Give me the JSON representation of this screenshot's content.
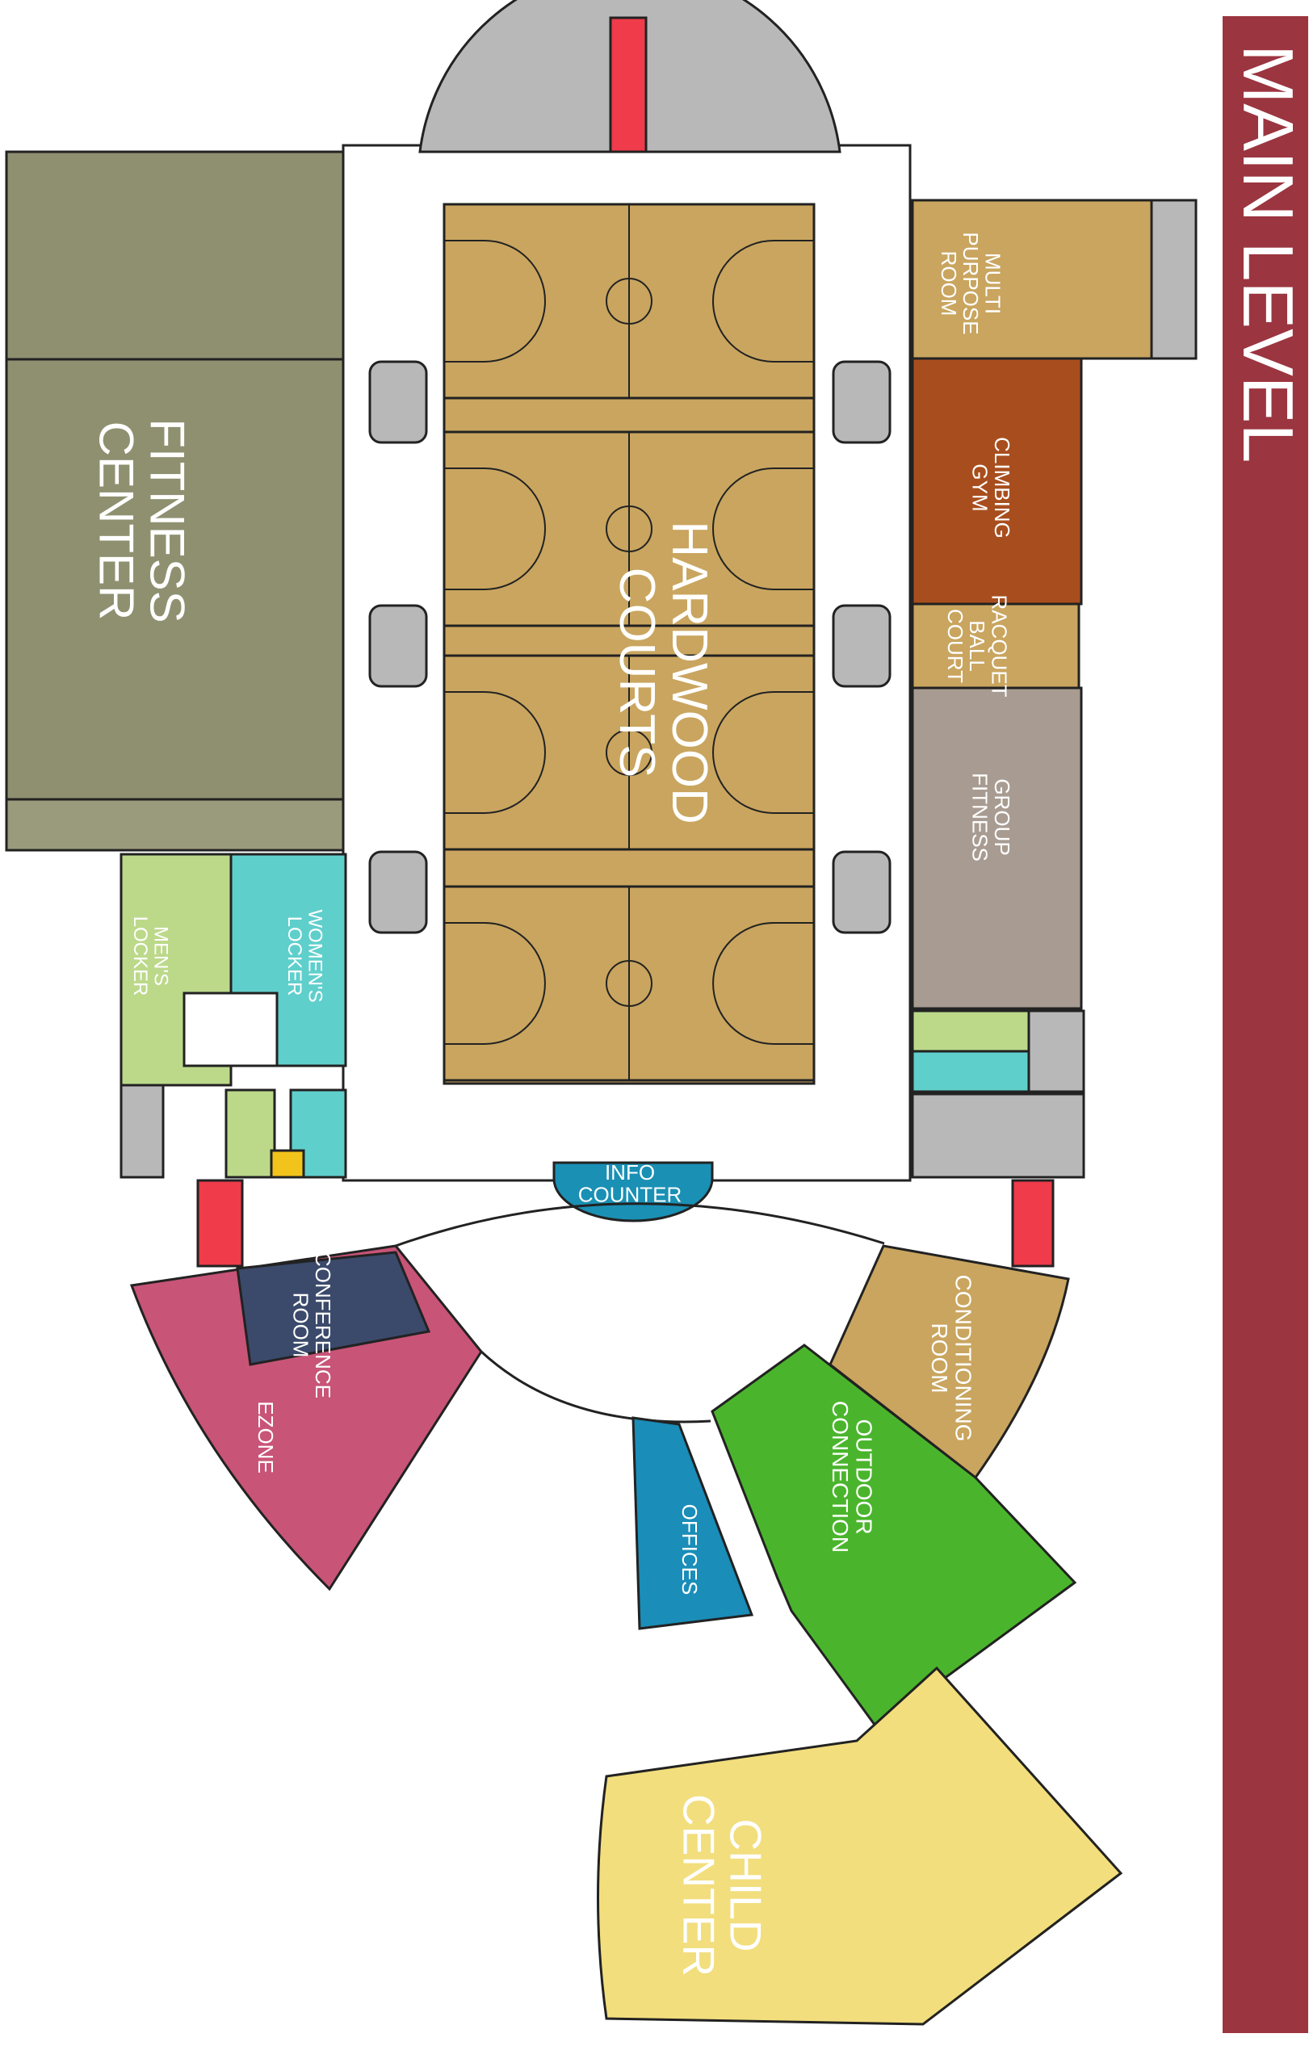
{
  "title": "MAIN LEVEL",
  "colors": {
    "banner": "#9b3540",
    "fitness_center": "#8f9070",
    "wood": "#c9a55f",
    "climbing": "#a84e1e",
    "group_fitness": "#a89c92",
    "mens_locker": "#bcd98a",
    "womens_locker": "#5fcfcc",
    "info_counter": "#1a90b5",
    "stairs": "#ef3b4a",
    "ezone": "#c85478",
    "conference": "#3b4a6b",
    "outdoor": "#4ab52c",
    "offices": "#1a8db8",
    "child_center": "#f2de7d",
    "service": "#b8b8b8"
  },
  "rooms": [
    {
      "id": "fitness-center",
      "lines": [
        "FITNESS",
        "CENTER"
      ]
    },
    {
      "id": "hardwood-courts",
      "lines": [
        "HARDWOOD",
        "COURTS"
      ]
    },
    {
      "id": "multi-purpose-room",
      "lines": [
        "MULTI",
        "PURPOSE",
        "ROOM"
      ]
    },
    {
      "id": "climbing-gym",
      "lines": [
        "CLIMBING",
        "GYM"
      ]
    },
    {
      "id": "racquet-ball-court",
      "lines": [
        "RACQUET",
        "BALL",
        "COURT"
      ]
    },
    {
      "id": "group-fitness",
      "lines": [
        "GROUP",
        "FITNESS"
      ]
    },
    {
      "id": "mens-locker",
      "lines": [
        "MEN'S",
        "LOCKER"
      ]
    },
    {
      "id": "womens-locker",
      "lines": [
        "WOMEN'S",
        "LOCKER"
      ]
    },
    {
      "id": "info-counter",
      "lines": [
        "INFO",
        "COUNTER"
      ]
    },
    {
      "id": "conference-room",
      "lines": [
        "CONFERENCE",
        "ROOM"
      ]
    },
    {
      "id": "ezone",
      "lines": [
        "EZONE"
      ]
    },
    {
      "id": "conditioning-room",
      "lines": [
        "CONDITIONING",
        "ROOM"
      ]
    },
    {
      "id": "outdoor-connection",
      "lines": [
        "OUTDOOR",
        "CONNECTION"
      ]
    },
    {
      "id": "offices",
      "lines": [
        "OFFICES"
      ]
    },
    {
      "id": "child-center",
      "lines": [
        "CHILD",
        "CENTER"
      ]
    }
  ]
}
